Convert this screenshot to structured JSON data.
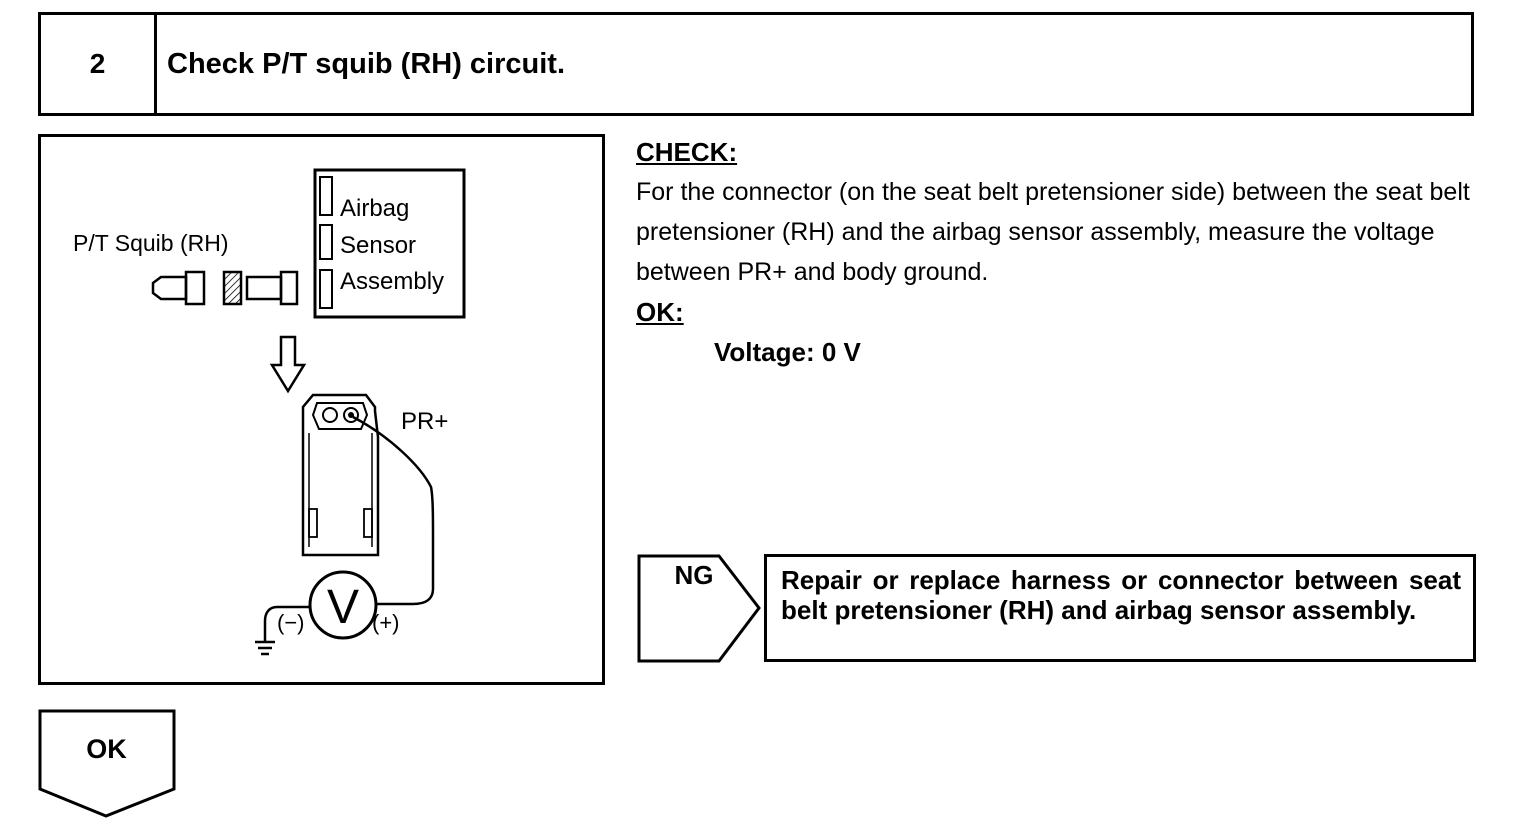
{
  "step": {
    "number": "2",
    "title": "Check P/T squib (RH) circuit."
  },
  "diagram": {
    "squib_label": "P/T Squib (RH)",
    "sensor_label_line1": "Airbag",
    "sensor_label_line2": "Sensor",
    "sensor_label_line3": "Assembly",
    "terminal_label": "PR+",
    "meter_symbol": "V",
    "minus_label": "(−)",
    "plus_label": "(+)"
  },
  "check": {
    "heading": "CHECK:",
    "text": "For the connector (on the seat belt pretensioner side) between the seat belt pretensioner (RH) and the airbag sensor assembly, measure the voltage between PR+ and body ground.",
    "ok_heading": "OK:",
    "ok_value": "Voltage: 0 V"
  },
  "ng": {
    "label": "NG",
    "action": "Repair or replace harness or connector between seat belt pretensioner (RH) and airbag sensor assembly."
  },
  "ok": {
    "label": "OK"
  }
}
